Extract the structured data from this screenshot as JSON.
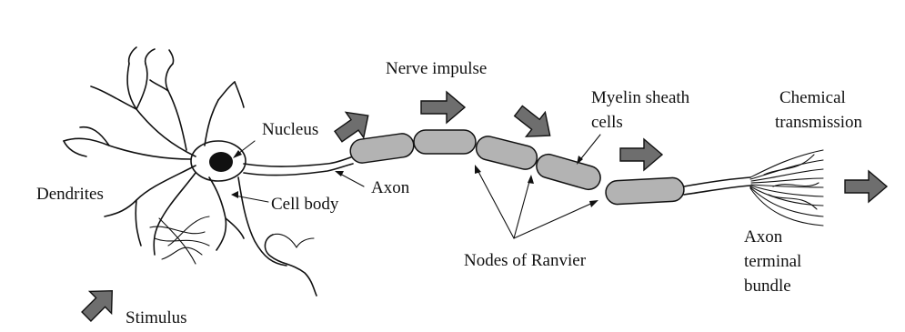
{
  "labels": {
    "nucleus": "Nucleus",
    "nerve_impulse": "Nerve impulse",
    "myelin_line1": "Myelin sheath",
    "myelin_line2": "cells",
    "chemical_line1": "Chemical",
    "chemical_line2": "transmission",
    "dendrites": "Dendrites",
    "axon": "Axon",
    "cell_body": "Cell body",
    "nodes_of_ranvier": "Nodes of Ranvier",
    "terminal_line1": "Axon",
    "terminal_line2": "terminal",
    "terminal_line3": "bundle",
    "stimulus": "Stimulus"
  },
  "colors": {
    "arrow_fill": "#6e6e6e",
    "myelin_fill": "#b3b3b3",
    "nucleus_fill": "#111111",
    "line": "#111111"
  }
}
